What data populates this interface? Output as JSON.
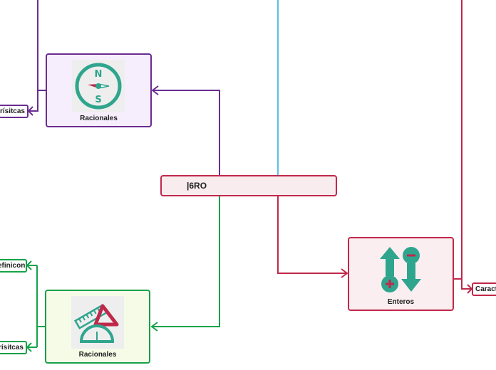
{
  "central": {
    "label": "|6RO"
  },
  "nodes": {
    "purple": {
      "label": "Racionales",
      "icon": "compass-icon",
      "color": "#6a2c91",
      "fill": "#f6eefc"
    },
    "green": {
      "label": "Racionales",
      "icon": "geometry-tools-icon",
      "color": "#16a24a",
      "fill": "#f5fbe7"
    },
    "red": {
      "label": "Enteros",
      "icon": "plus-minus-arrows-icon",
      "color": "#c0284b",
      "fill": "#fbeef1"
    }
  },
  "tags": {
    "purple_characteristics": "rísitcas",
    "green_definition": "efinicon",
    "green_characteristics": "rísitcas",
    "red_characteristics": "Caract"
  },
  "colors": {
    "purple": "#6a2c91",
    "green": "#16a24a",
    "red": "#c0284b",
    "blue": "#5bc0e8",
    "icon_teal": "#2fa58d"
  }
}
